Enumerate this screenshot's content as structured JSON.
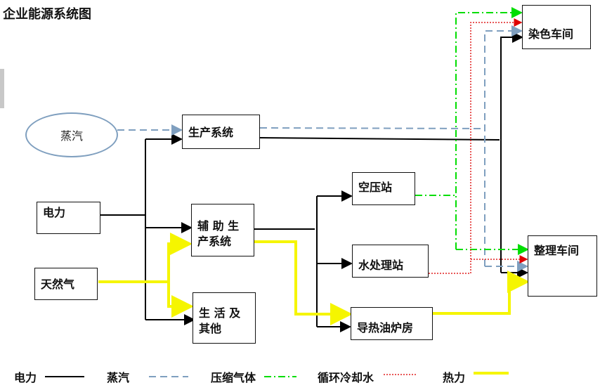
{
  "title": "企业能源系统图",
  "sources": {
    "steam": "蒸汽",
    "electricity": "电力",
    "natural_gas": "天然气"
  },
  "nodes": {
    "production": "生产系统",
    "auxiliary": "辅 助 生 产系统",
    "living": "生 活 及 其他",
    "air_compressor": "空压站",
    "water_treatment": "水处理站",
    "oil_boiler": "导热油炉房",
    "dyeing": "染色车间",
    "finishing": "整理车间"
  },
  "legend": [
    {
      "label": "电力",
      "style": "solid",
      "color": "#000000"
    },
    {
      "label": "蒸汽",
      "style": "dashed",
      "color": "#7f9fbf"
    },
    {
      "label": "压缩气体",
      "style": "dash-dot",
      "color": "#00dd00"
    },
    {
      "label": "循环冷却水",
      "style": "dotted",
      "color": "#e02020"
    },
    {
      "label": "热力",
      "style": "double",
      "color": "#f5f500"
    }
  ]
}
